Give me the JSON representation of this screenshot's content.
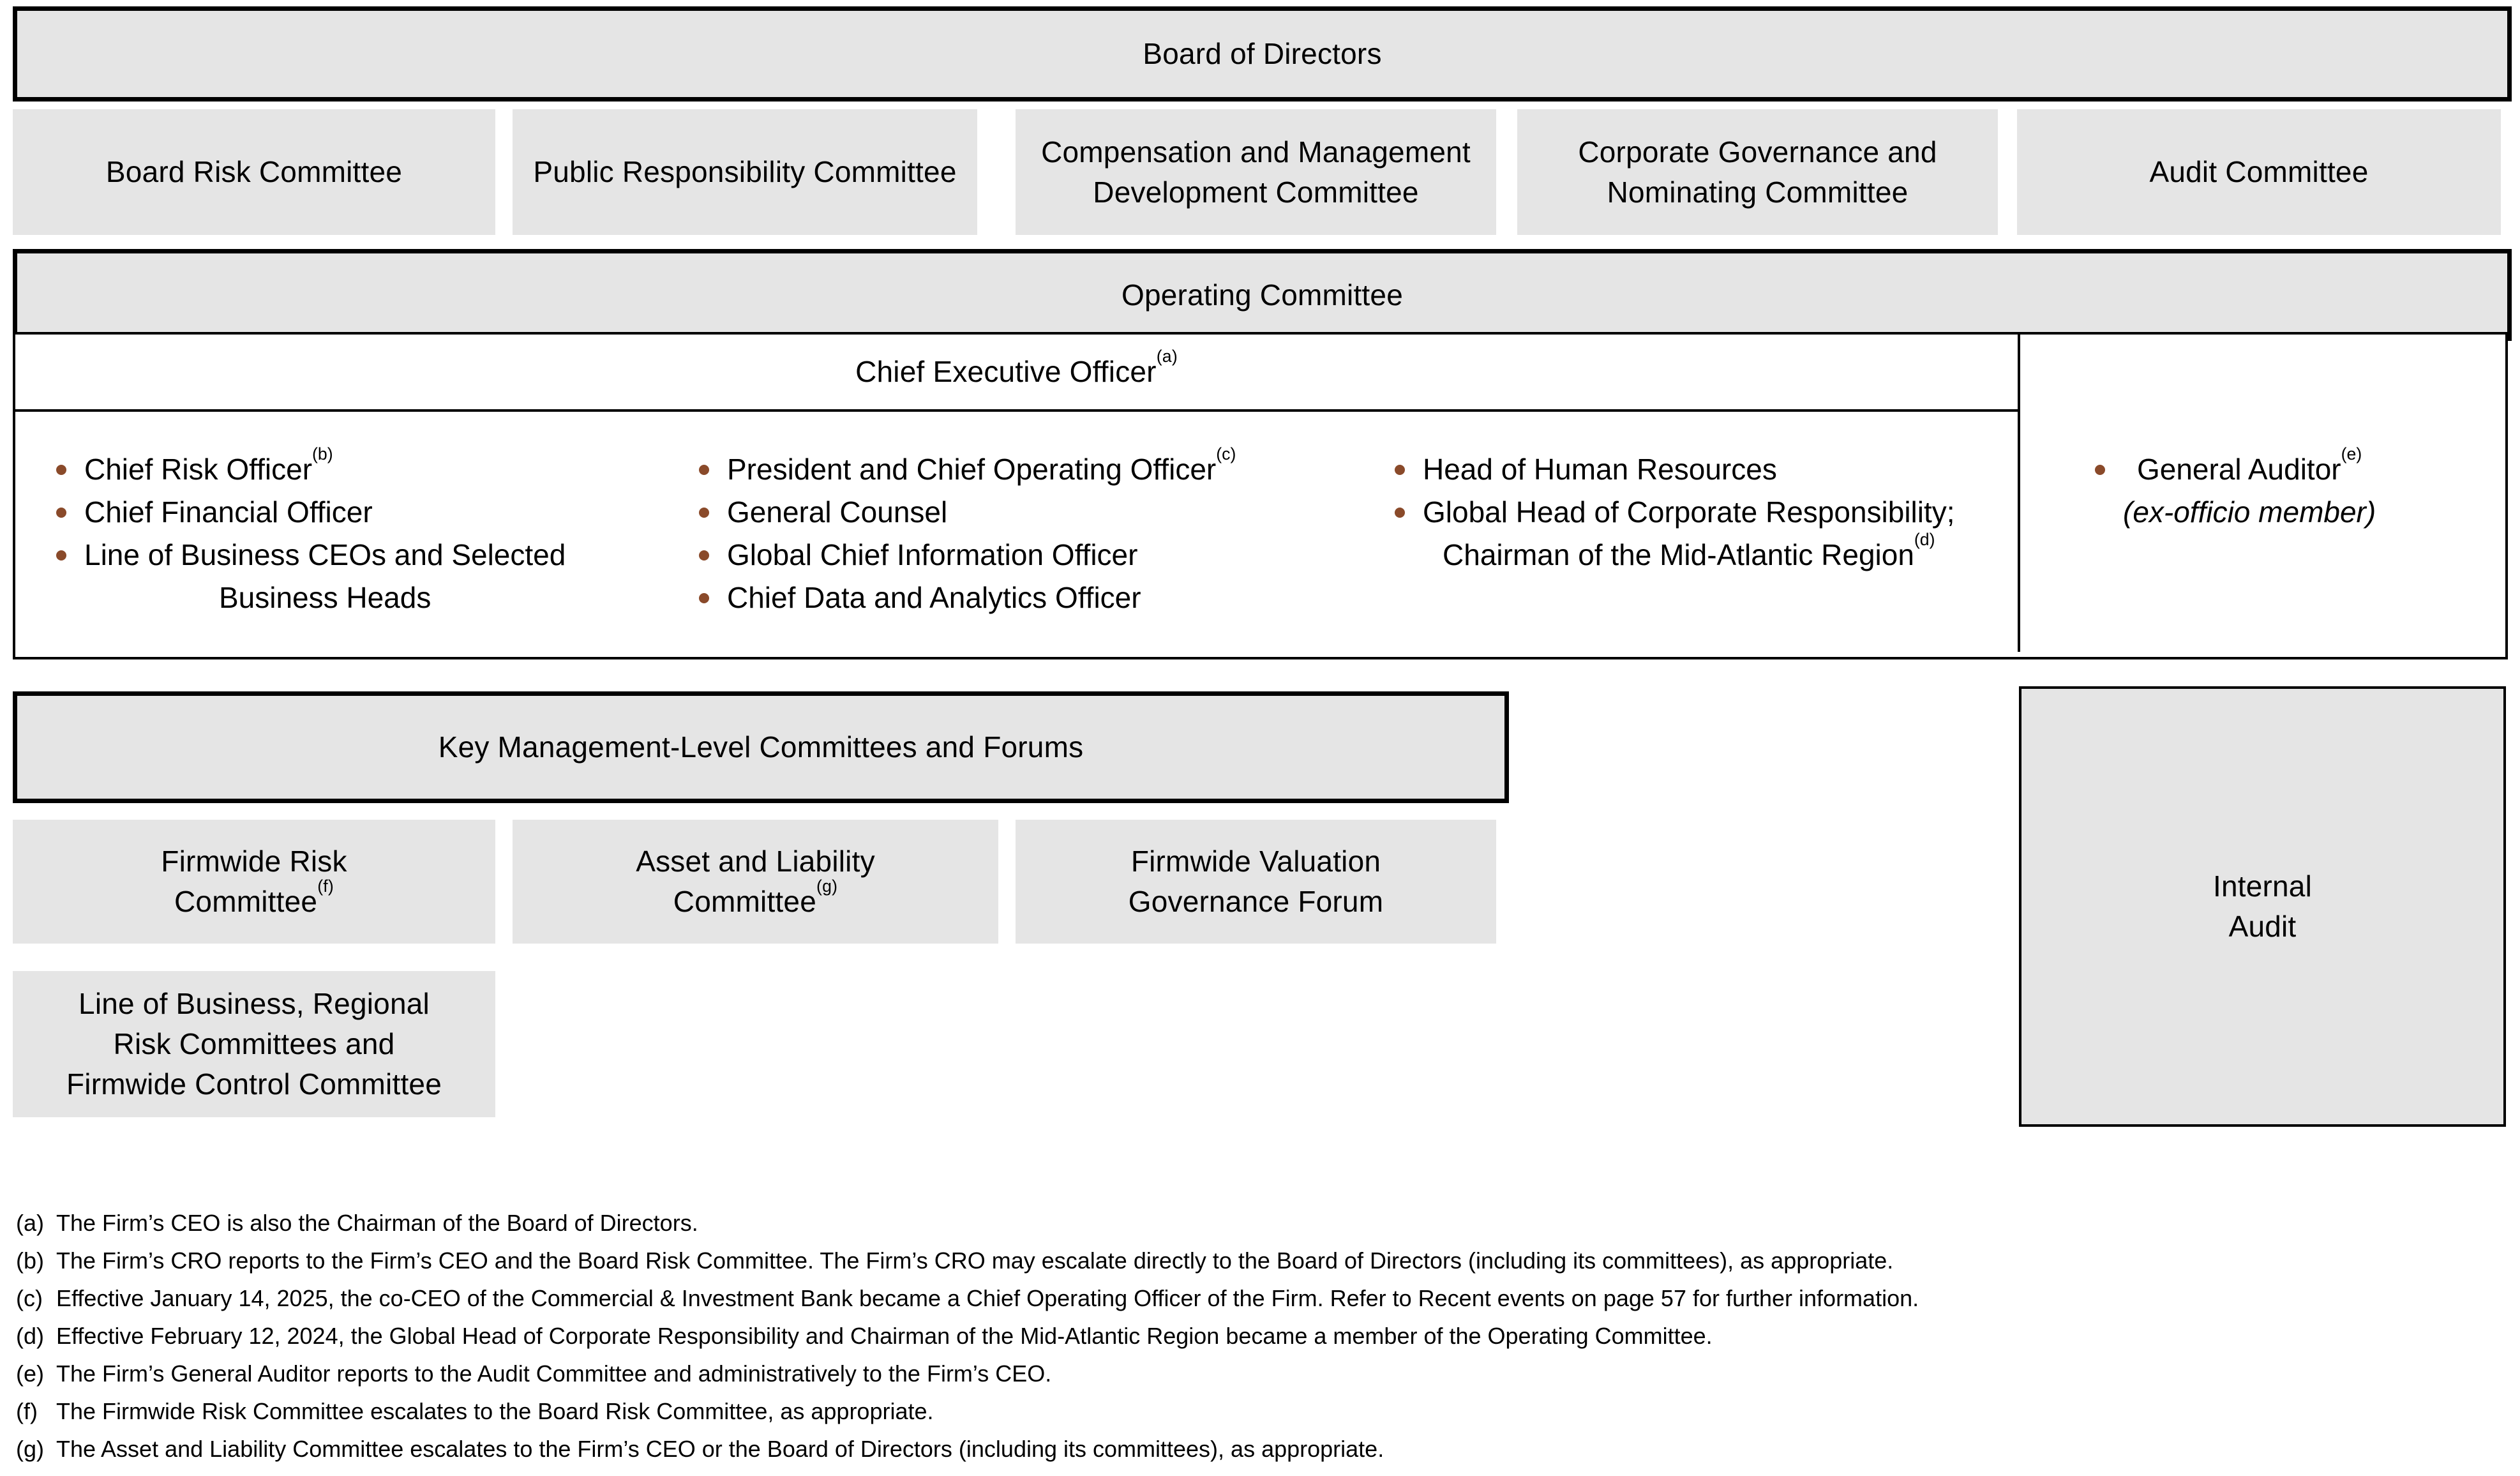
{
  "colors": {
    "box_fill": "#e5e5e5",
    "border": "#000000",
    "bullet": "#8a4a2a",
    "text": "#000000"
  },
  "board": {
    "title": "Board of Directors"
  },
  "board_committees": [
    {
      "label": "Board Risk Committee"
    },
    {
      "label": "Public Responsibility Committee"
    },
    {
      "label": "Compensation and Management\nDevelopment Committee"
    },
    {
      "label": "Corporate Governance and\nNominating Committee"
    },
    {
      "label": "Audit Committee"
    }
  ],
  "operating_committee": {
    "title": "Operating Committee"
  },
  "ceo": {
    "title": "Chief Executive Officer",
    "sup": "(a)"
  },
  "oc_members": {
    "col1": [
      {
        "line1": "Chief Risk Officer",
        "sup1": "(b)"
      },
      {
        "line1": "Chief Financial Officer"
      },
      {
        "line1": "Line of Business CEOs and Selected",
        "line2": "Business Heads"
      }
    ],
    "col2": [
      {
        "line1": "President and Chief Operating Officer",
        "sup1": "(c)"
      },
      {
        "line1": "General Counsel"
      },
      {
        "line1": "Global Chief Information Officer"
      },
      {
        "line1": "Chief Data and Analytics Officer"
      }
    ],
    "col3": [
      {
        "line1": "Head of Human Resources"
      },
      {
        "line1": "Global Head of Corporate Responsibility;",
        "line2": "Chairman of the Mid-Atlantic Region",
        "sup2": "(d)"
      }
    ],
    "general_auditor": {
      "line1": "General Auditor",
      "sup1": "(e)",
      "line2": "(ex-officio member)"
    }
  },
  "key_management": {
    "title": "Key Management-Level Committees and Forums"
  },
  "management_committees": [
    {
      "label": "Firmwide Risk\nCommittee",
      "sup": "(f)"
    },
    {
      "label": "Asset and Liability\nCommittee",
      "sup": "(g)"
    },
    {
      "label": "Firmwide Valuation\nGovernance Forum"
    }
  ],
  "lob_committee": {
    "label": "Line of Business, Regional\nRisk Committees and\nFirmwide Control Committee"
  },
  "internal_audit": {
    "label": "Internal\nAudit"
  },
  "footnotes": [
    {
      "marker": "(a)",
      "text": "The Firm’s CEO is also the Chairman of the Board of Directors."
    },
    {
      "marker": "(b)",
      "text": "The Firm’s CRO reports to the Firm’s CEO and the Board Risk Committee. The Firm’s CRO may escalate directly to the Board of Directors (including its committees), as appropriate."
    },
    {
      "marker": "(c)",
      "text": "Effective January 14, 2025, the co-CEO of the Commercial & Investment Bank became a Chief Operating Officer of the Firm. Refer to Recent events on page 57 for further information."
    },
    {
      "marker": "(d)",
      "text": "Effective February 12, 2024, the Global Head of Corporate Responsibility and Chairman of the Mid-Atlantic Region became a member of the Operating Committee."
    },
    {
      "marker": "(e)",
      "text": "The Firm’s General Auditor reports to the Audit Committee and administratively to the Firm’s CEO."
    },
    {
      "marker": "(f)",
      "text": "The Firmwide Risk Committee escalates to the Board Risk Committee, as appropriate."
    },
    {
      "marker": "(g)",
      "text": "The Asset and Liability Committee escalates to the Firm’s CEO or the Board of Directors (including its committees), as appropriate."
    }
  ]
}
